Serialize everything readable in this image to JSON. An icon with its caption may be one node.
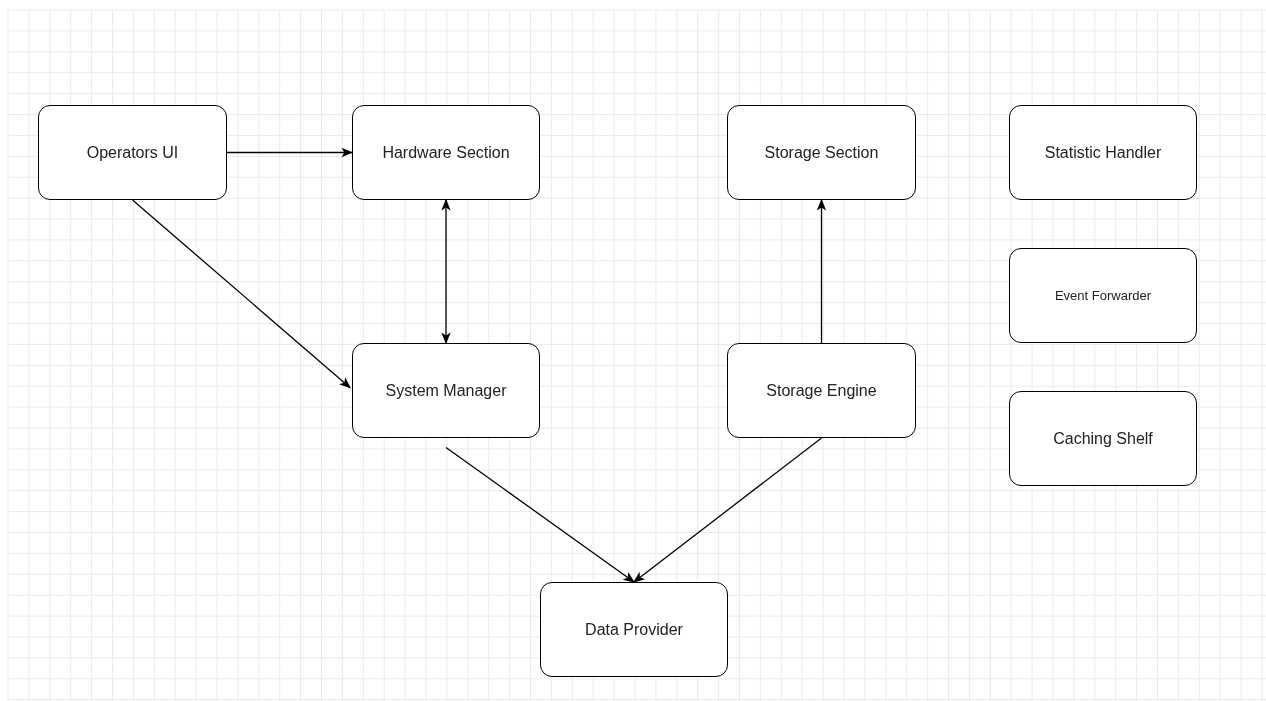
{
  "diagram": {
    "nodes": [
      {
        "text": [
          "Operators UI"
        ]
      },
      {
        "text": [
          "Hardware Section"
        ]
      },
      {
        "text": [
          "Storage Section"
        ]
      },
      {
        "text": [
          "Statistic Handler"
        ]
      },
      {
        "text": [
          "Event Forwarder"
        ]
      },
      {
        "text": [
          "System Manager"
        ]
      },
      {
        "text": [
          "Storage Engine"
        ]
      },
      {
        "text": [
          "Caching Shelf"
        ]
      },
      {
        "text": [
          "Data Provider"
        ]
      }
    ],
    "edges": [
      {
        "from": 0,
        "to": 1,
        "arrow": "to"
      },
      {
        "from": 1,
        "to": 5,
        "arrow": "both"
      },
      {
        "from": 0,
        "to": 5,
        "arrow": "to"
      },
      {
        "from": 5,
        "to": 8,
        "arrow": "to"
      },
      {
        "from": 6,
        "to": 8,
        "arrow": "to"
      },
      {
        "from": 6,
        "to": 2,
        "arrow": "to"
      }
    ]
  }
}
